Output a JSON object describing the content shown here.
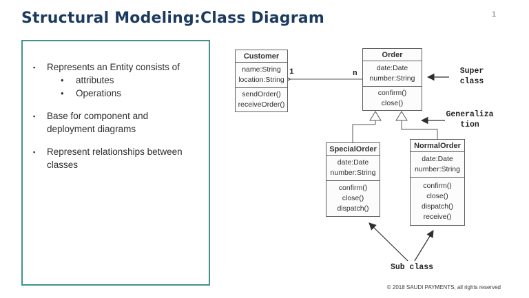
{
  "slide": {
    "title": "Structural Modeling:Class Diagram",
    "page_number": "1",
    "footer": "© 2018 SAUDI PAYMENTS, all rights reserved"
  },
  "panel": {
    "bullet_marker": "▪",
    "sub_marker": "•",
    "bullet1": "Represents an Entity consists of",
    "bullet1_subs": [
      "attributes",
      "Operations"
    ],
    "bullet2": "Base for component and\ndeployment diagrams",
    "bullet3": "Represent relationships between\nclasses"
  },
  "diagram": {
    "classes": [
      {
        "name": "Customer",
        "attributes": [
          "name:String",
          "location:String"
        ],
        "operations": [
          "sendOrder()",
          "receiveOrder()"
        ]
      },
      {
        "name": "Order",
        "attributes": [
          "date:Date",
          "number:String"
        ],
        "operations": [
          "confirm()",
          "close()"
        ]
      },
      {
        "name": "SpecialOrder",
        "attributes": [
          "date:Date",
          "number:String"
        ],
        "operations": [
          "confirm()",
          "close()",
          "dispatch()"
        ]
      },
      {
        "name": "NormalOrder",
        "attributes": [
          "date:Date",
          "number:String"
        ],
        "operations": [
          "confirm()",
          "close()",
          "dispatch()",
          "receive()"
        ]
      }
    ],
    "association": {
      "customer_multiplicity": "1",
      "order_multiplicity": "n"
    },
    "annotations": {
      "super_class": "Super\nclass",
      "generalization": "Generaliza\ntion",
      "sub_class": "Sub class"
    }
  },
  "colors": {
    "title": "#1c3a5e",
    "panel_border": "#3e948a",
    "diagram_stroke": "#555555",
    "annotation_arrow": "#2e2e2e"
  }
}
